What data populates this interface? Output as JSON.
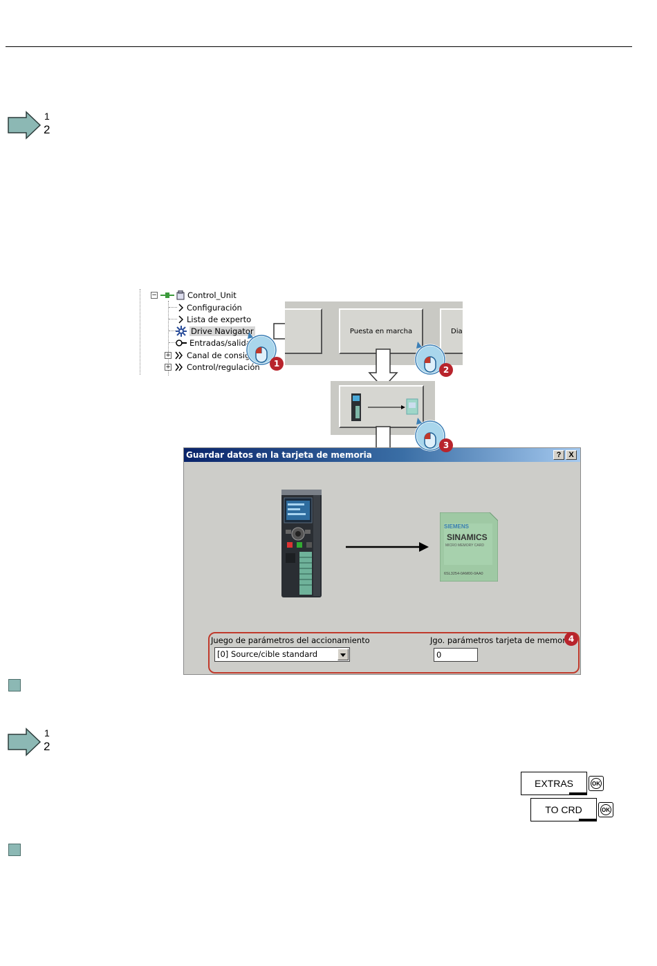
{
  "step_marker_1": {
    "n1": "1",
    "n2": "2"
  },
  "step_marker_2": {
    "n1": "1",
    "n2": "2"
  },
  "tree": {
    "root_label": "Control_Unit",
    "items": [
      {
        "label": "Configuración"
      },
      {
        "label": "Lista de experto"
      },
      {
        "label": "Drive Navigator",
        "selected": true
      },
      {
        "label": "Entradas/salidas"
      },
      {
        "label": "Canal de consigna"
      },
      {
        "label": "Control/regulación"
      }
    ]
  },
  "buttons_panel": {
    "commissioning_label": "Puesta en marcha",
    "diag_label": "Diag"
  },
  "callouts": [
    "1",
    "2",
    "3",
    "4"
  ],
  "dialog": {
    "title": "Guardar datos en la tarjeta de memoria",
    "help_btn": "?",
    "close_btn": "X",
    "card": {
      "brand": "SIEMENS",
      "product": "SINAMICS",
      "subtitle": "MICRO MEMORY CARD",
      "part_no": "6SL3254-0AM00-0AA0"
    },
    "drive_param_set_label": "Juego de parámetros del accionamiento",
    "drive_param_set_value": "[0] Source/cible standard",
    "card_param_set_label": "Jgo. parámetros tarjeta de memoria",
    "card_param_set_value": "0"
  },
  "bop": {
    "extras_label": "EXTRAS",
    "to_crd_label": "TO CRD",
    "ok_label": "OK"
  },
  "colors": {
    "callout": "#b8242c",
    "step_arrow": "#8cb8b4",
    "titlebar": "#0a246a"
  }
}
